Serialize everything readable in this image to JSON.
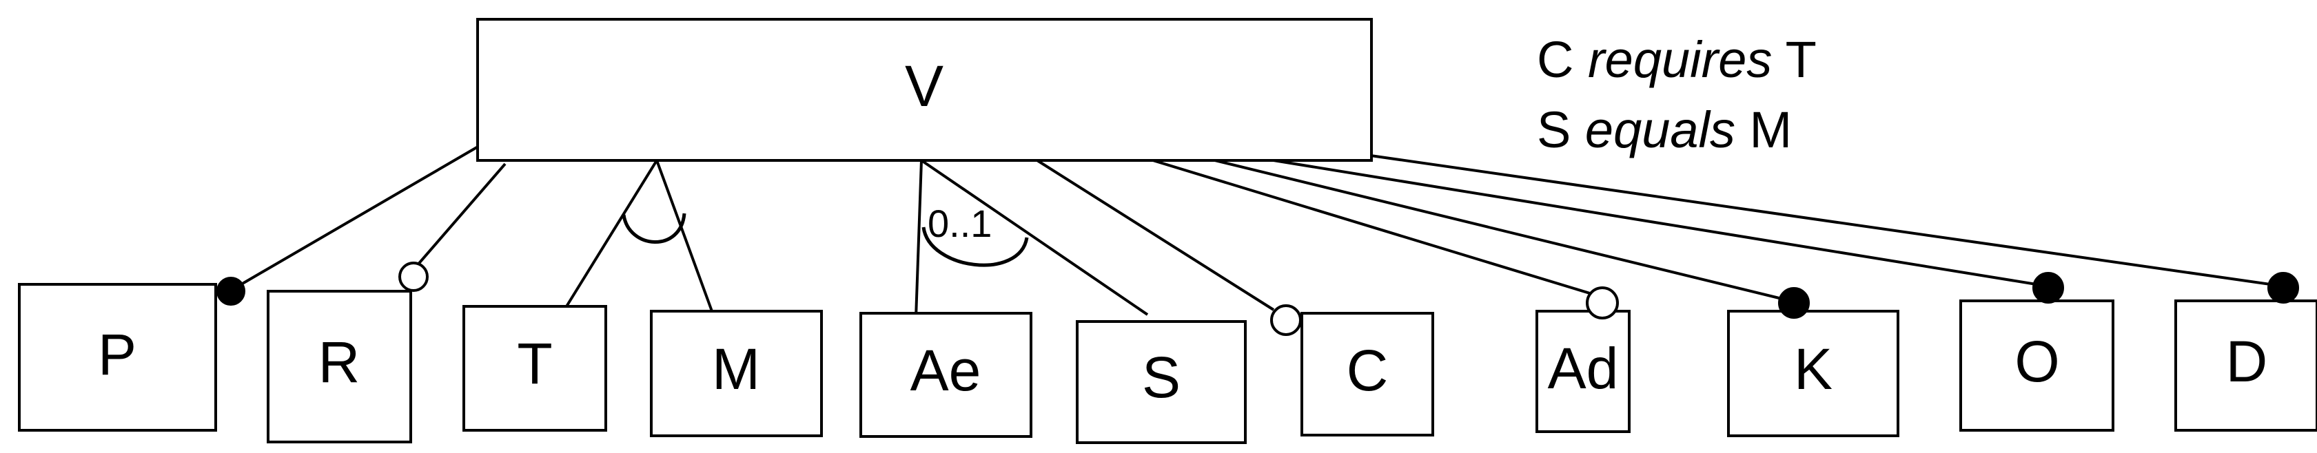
{
  "diagram": {
    "root": "V",
    "children": [
      "P",
      "R",
      "T",
      "M",
      "Ae",
      "S",
      "C",
      "Ad",
      "K",
      "O",
      "D"
    ],
    "relations": [
      {
        "child": "P",
        "type": "mandatory"
      },
      {
        "child": "R",
        "type": "optional"
      },
      {
        "child": "T",
        "type": "alternative"
      },
      {
        "child": "M",
        "type": "alternative"
      },
      {
        "child": "Ae",
        "type": "group"
      },
      {
        "child": "S",
        "type": "group"
      },
      {
        "child": "C",
        "type": "optional"
      },
      {
        "child": "Ad",
        "type": "optional"
      },
      {
        "child": "K",
        "type": "mandatory"
      },
      {
        "child": "O",
        "type": "mandatory"
      },
      {
        "child": "D",
        "type": "mandatory"
      }
    ],
    "group_cardinality": "0..1",
    "constraints": [
      {
        "left": "C",
        "keyword": "requires",
        "right": "T"
      },
      {
        "left": "S",
        "keyword": "equals",
        "right": "M"
      }
    ]
  }
}
